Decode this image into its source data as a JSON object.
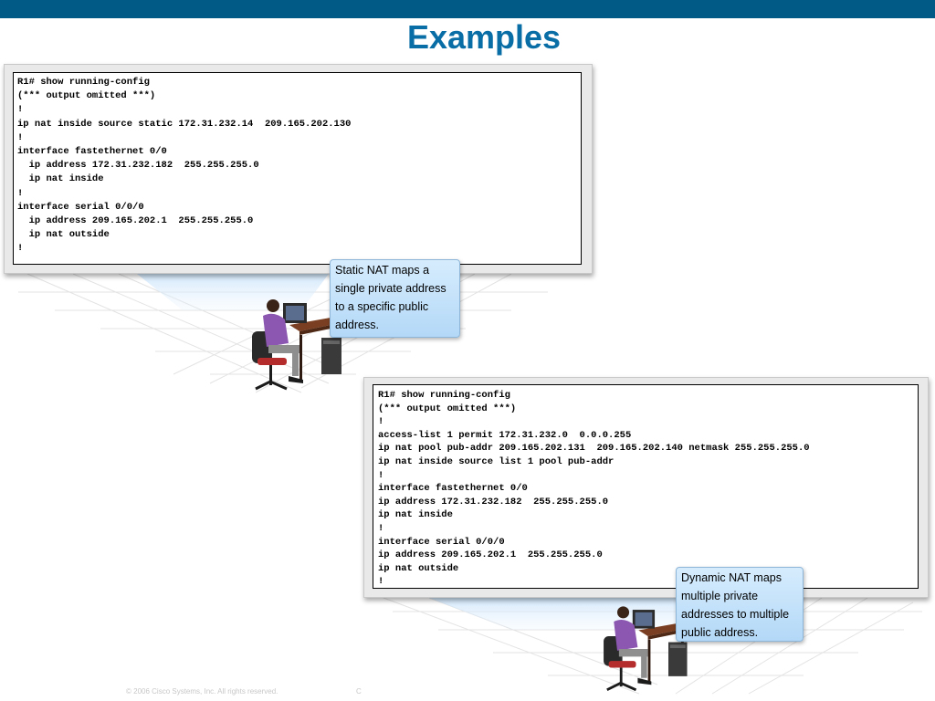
{
  "title": "Examples",
  "static_config": {
    "lines": [
      "R1# show running-config",
      "(*** output omitted ***)",
      "!",
      "ip nat inside source static 172.31.232.14  209.165.202.130",
      "!",
      "interface fastethernet 0/0",
      "  ip address 172.31.232.182  255.255.255.0",
      "  ip nat inside",
      "!",
      "interface serial 0/0/0",
      "  ip address 209.165.202.1  255.255.255.0",
      "  ip nat outside",
      "!"
    ]
  },
  "static_callout": "Static NAT maps a\nsingle private address\nto a specific public\naddress.",
  "dynamic_config": {
    "lines": [
      "R1# show running-config",
      "(*** output omitted ***)",
      "!",
      "access-list 1 permit 172.31.232.0  0.0.0.255",
      "ip nat pool pub-addr 209.165.202.131  209.165.202.140 netmask 255.255.255.0",
      "ip nat inside source list 1 pool pub-addr",
      "!",
      "interface fastethernet 0/0",
      "ip address 172.31.232.182  255.255.255.0",
      "ip nat inside",
      "!",
      "interface serial 0/0/0",
      "ip address 209.165.202.1  255.255.255.0",
      "ip nat outside",
      "!"
    ]
  },
  "dynamic_callout": "Dynamic NAT maps\nmultiple private\naddresses to multiple\npublic address.",
  "footer": {
    "copyright": "© 2006 Cisco Systems, Inc. All rights reserved.",
    "mark": "C"
  },
  "colors": {
    "header_bar": "#005a85",
    "title": "#0a6ea6",
    "callout_fill": "#c4e2fa"
  }
}
